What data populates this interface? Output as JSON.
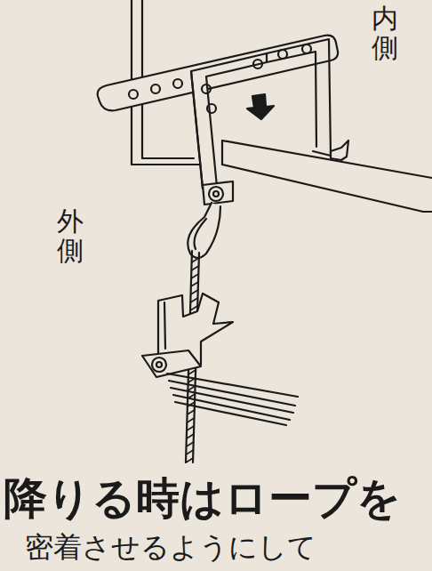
{
  "diagram": {
    "labels": [
      "内側",
      "外側",
      "降りる時はロープを",
      "密着させるようにして"
    ]
  }
}
